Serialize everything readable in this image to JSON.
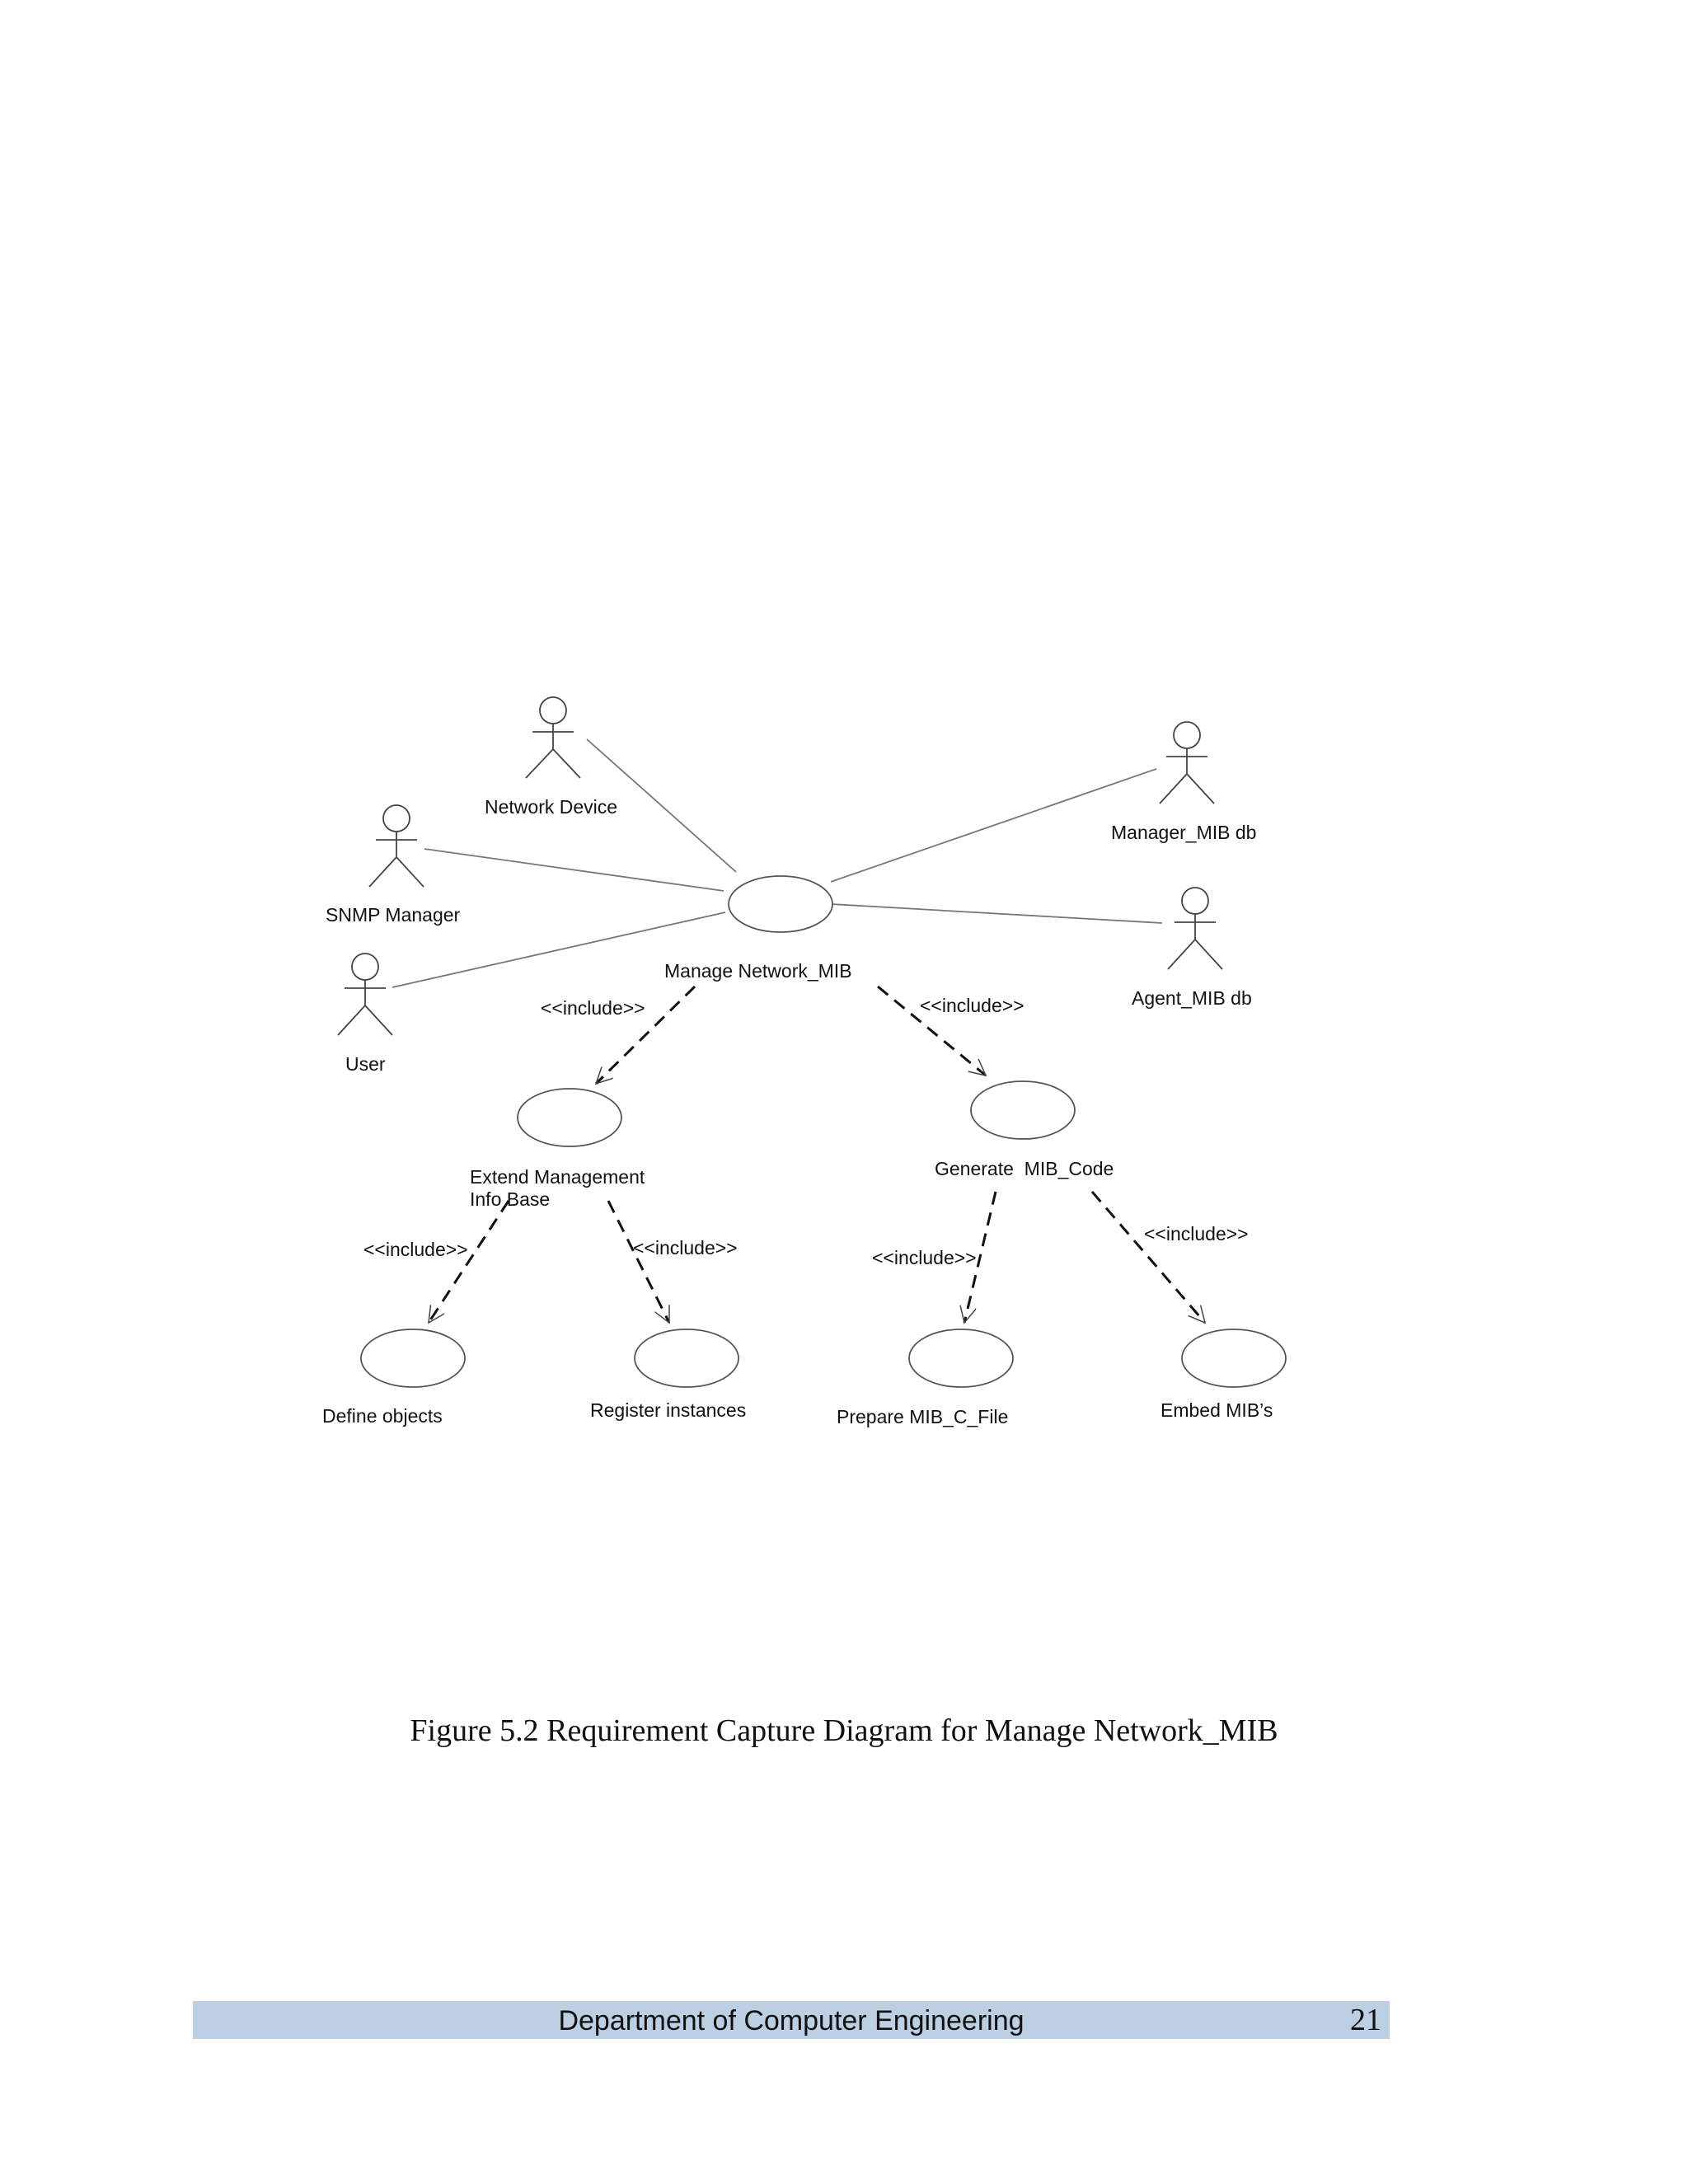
{
  "diagram": {
    "actors": {
      "network_device": "Network Device",
      "snmp_manager": "SNMP Manager",
      "user": "User",
      "manager_mib_db": "Manager_MIB db",
      "agent_mib_db": "Agent_MIB db"
    },
    "use_cases": {
      "manage_network_mib": "Manage Network_MIB",
      "extend_management_line1": "Extend Management",
      "extend_management_line2": "Info Base",
      "generate_mib_code": "Generate  MIB_Code",
      "define_objects": "Define objects",
      "register_instances": "Register instances",
      "prepare_mib_c_file": "Prepare MIB_C_File",
      "embed_mibs": "Embed MIB’s"
    },
    "relations": {
      "include": "<<include>>"
    }
  },
  "caption": "Figure 5.2 Requirement Capture Diagram for Manage Network_MIB",
  "footer": {
    "department": "Department of Computer Engineering",
    "page_number": "21"
  }
}
